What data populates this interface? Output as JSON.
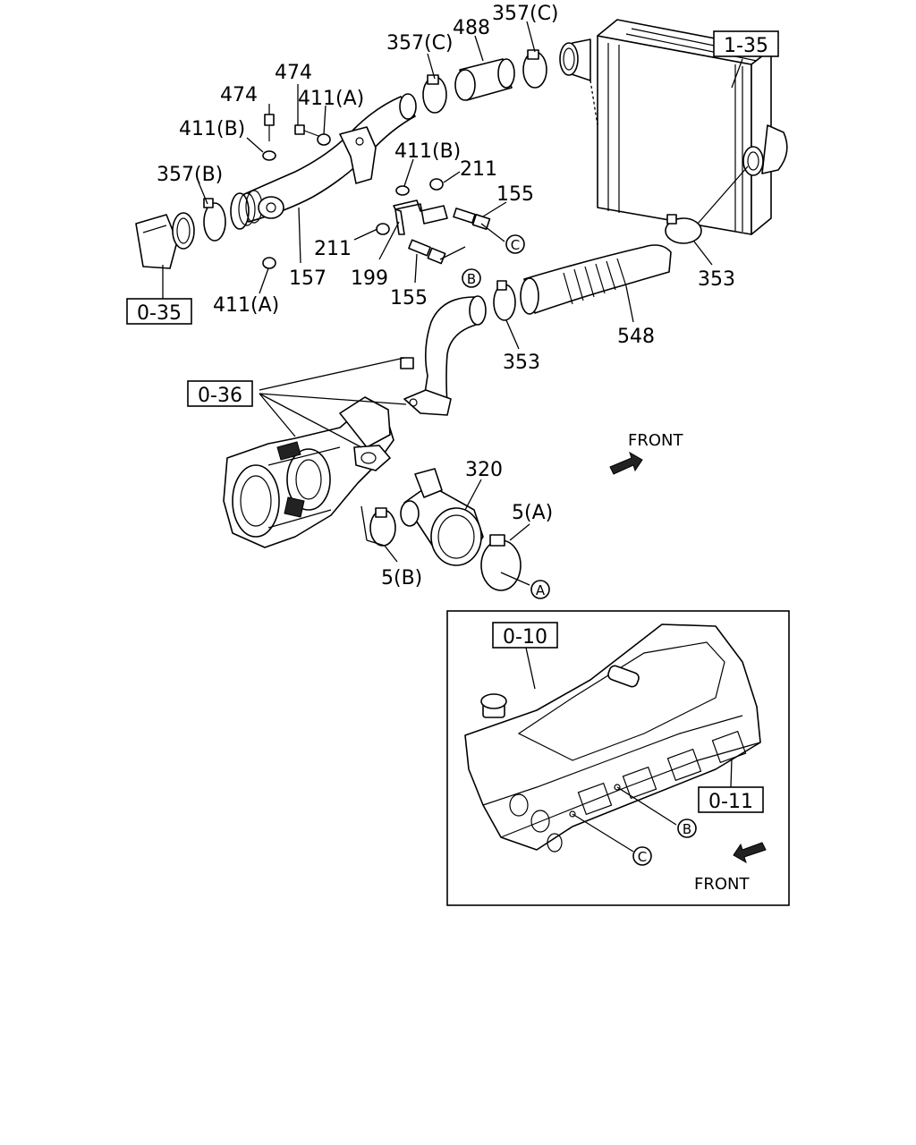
{
  "callouts": {
    "p357c_left": "357(C)",
    "p488": "488",
    "p357c_right": "357(C)",
    "p474_top": "474",
    "p411a_top": "411(A)",
    "p474": "474",
    "p411b_top": "411(B)",
    "p357b": "357(B)",
    "p411b_mid": "411(B)",
    "p211_top": "211",
    "p155_top": "155",
    "p211_mid": "211",
    "p199": "199",
    "p157": "157",
    "p155_mid": "155",
    "p411a_bottom": "411(A)",
    "p353_right": "353",
    "p548": "548",
    "p353_mid": "353",
    "p320": "320",
    "p5a": "5(A)",
    "p5b": "5(B)"
  },
  "refs": {
    "r1_35": "1-35",
    "r0_35": "0-35",
    "r0_36": "0-36",
    "r0_10": "0-10",
    "r0_11": "0-11"
  },
  "markers": {
    "a": "A",
    "b": "B",
    "c": "C"
  },
  "front": {
    "upper": "FRONT",
    "lower": "FRONT"
  }
}
